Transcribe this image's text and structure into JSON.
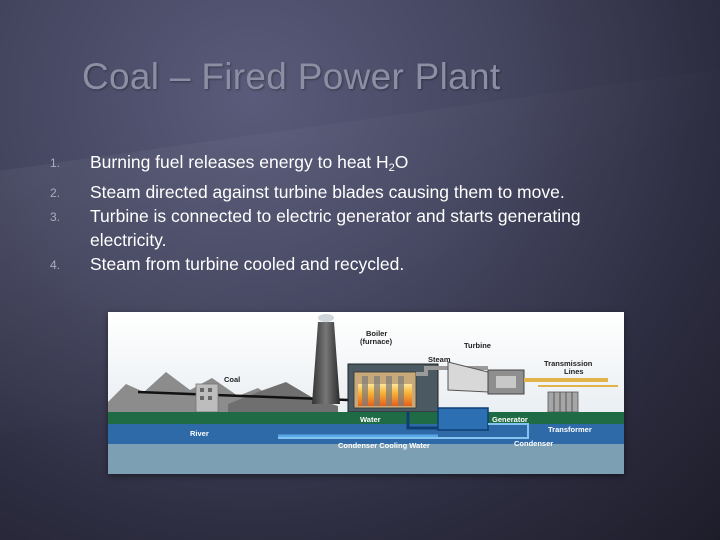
{
  "slide": {
    "title": "Coal – Fired Power Plant",
    "bullets": [
      {
        "number": "1.",
        "text_before": "Burning fuel releases energy to heat H",
        "subscript": "2",
        "text_after": "O"
      },
      {
        "number": "2.",
        "text": "Steam directed against turbine blades causing them to move."
      },
      {
        "number": "3.",
        "text": "Turbine is connected to electric generator and starts generating electricity."
      },
      {
        "number": "4.",
        "text": "Steam from turbine cooled and recycled."
      }
    ]
  },
  "diagram": {
    "labels": {
      "boiler_line1": "Boiler",
      "boiler_line2": "(furnace)",
      "turbine": "Turbine",
      "steam": "Steam",
      "transmission_line1": "Transmission",
      "transmission_line2": "Lines",
      "coal": "Coal",
      "water": "Water",
      "generator": "Generator",
      "transformer": "Transformer",
      "river": "River",
      "condenser_cooling_water": "Condenser Cooling Water",
      "condenser": "Condenser"
    }
  }
}
